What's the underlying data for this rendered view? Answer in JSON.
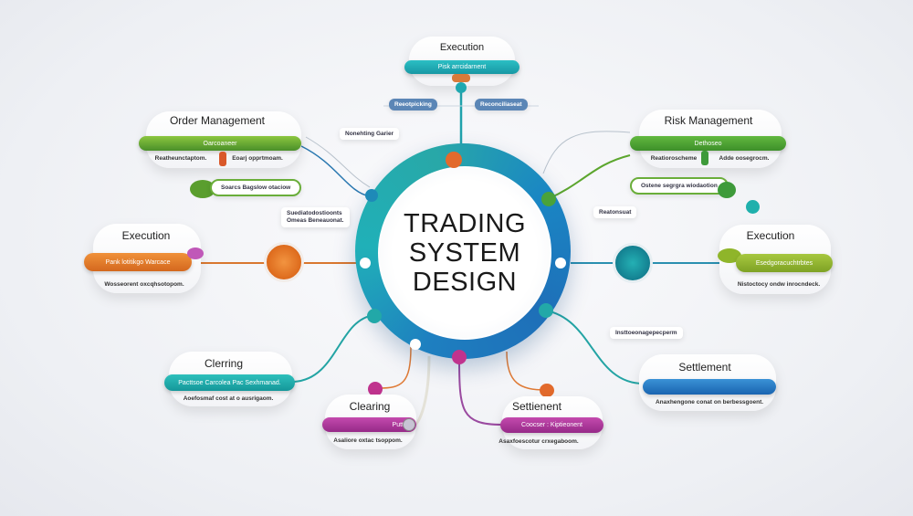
{
  "center": {
    "line1": "TRADING",
    "line2": "SYSTEM",
    "line3": "DESIGN"
  },
  "nodes": {
    "top_execution": {
      "title": "Execution",
      "bar": "Pisk arrcidarnent",
      "left_tag": "Reeotpicking",
      "right_tag": "Reconciliaseat",
      "color": "#1fa8b0"
    },
    "order_management": {
      "title": "Order Management",
      "bar": "Oarcoaneer",
      "sub1": "Reatheunctaptom.",
      "sub2": "Eoarj opprtmoam.",
      "pill": "Soarcs Bagslow otaciow",
      "color": "#6aa82e"
    },
    "risk_management": {
      "title": "Risk Management",
      "bar": "Dethoseo",
      "sub1": "Reatioroscheme",
      "sub2": "Adde oosegrocm.",
      "pill": "Ostene segrgra wiodaotion",
      "color": "#48a83a"
    },
    "left_execution": {
      "title": "Execution",
      "bar": "Pank lotitikgo Warcace",
      "sub": "Wosseorent oxcqhsotopom.",
      "color": "#e3792a"
    },
    "right_execution": {
      "title": "Execution",
      "bar": "Esedgoracuchtrbtes",
      "sub": "Nistoctocy ondw inrocndeck.",
      "color": "#8fb52a"
    },
    "left_clearing": {
      "title": "Clerring",
      "bar": "Pacttsoe Carcolea Pac Sexhmanad.",
      "sub": "Aoefosmaf cost at o ausrigaom.",
      "color": "#1fa9a9"
    },
    "right_settlement": {
      "title": "Settlement",
      "bar": "",
      "sub": "Anaxhengone conat on berbessgoent.",
      "color": "#1f72c0"
    },
    "bottom_clearing": {
      "title": "Clearing",
      "bar": "Putt",
      "sub": "Asaliore oxtac tsoppom.",
      "color": "#b0339a"
    },
    "bottom_settlement": {
      "title": "Settienent",
      "bar": "Coocser : Kiptieonent",
      "sub": "Asaxfoescotur crxegaboom.",
      "color": "#b0339a"
    }
  },
  "labels": {
    "a": "Nonehting Garier",
    "b1": "Suediatodostioonts",
    "b2": "Omeas Beneauonat.",
    "c": "Reatonsuat",
    "d": "Insttoeonagepecperm"
  }
}
